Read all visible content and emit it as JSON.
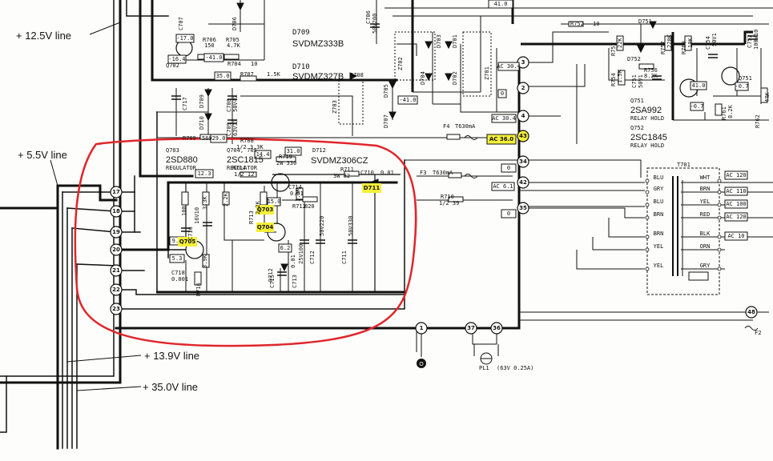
{
  "supply_lines": {
    "v12_5": "+ 12.5V line",
    "v5_5": "+ 5.5V line",
    "v13_9": "+ 13.9V line",
    "v35_0": "+ 35.0V line"
  },
  "transistors": {
    "d709": "D709",
    "d709_part": "SVDMZ333B",
    "d710": "D710",
    "d710_part": "SVDMZ327B",
    "d708": "D708",
    "q703_ref": "Q703",
    "q703_part": "2SD880",
    "q703_role": "REGULATOR",
    "q704_ref": "Q704, 705",
    "q704_part": "2SC1815",
    "q704_role": "REGULATOR",
    "d712": "D712",
    "d712_part": "SVDMZ306CZ",
    "q751": "Q751",
    "q751_part": "2SA992",
    "q751_role": "RELAY HOLD",
    "q752": "Q752",
    "q752_part": "2SC1845",
    "q752_role": "RELAY HOLD",
    "q702": "Q702",
    "q751_sym": "Q751",
    "d752": "D752",
    "d751": "D751",
    "t701": "T701"
  },
  "highlights": {
    "q705": "Q705",
    "q703": "Q703",
    "q704": "Q704",
    "d711": "D711",
    "ac36": "AC 36.0"
  },
  "voltage_boxes": {
    "v17_0": "-17.0",
    "v16_4": "-16.4",
    "v41_0": "-41.0",
    "v35_0": "35.0",
    "v29_0": "29.0",
    "v12_3": "12.3",
    "v14_4": "14.4",
    "v31_0": "31.0",
    "v15_0": "15.0",
    "v6_2": "6.2",
    "v9_5": "9.5",
    "v5_3": "5.3",
    "v41_0b": "-41.0",
    "top41": "41.0",
    "ac30_4a": "AC 30.4",
    "ac30_4b": "AC 30.4",
    "ac6_1": "AC 6.1",
    "zero_a": "0",
    "zero_b": "0",
    "zero_c": "0",
    "q751_v1": "41.0",
    "q751_v2": "-0.7",
    "q751_v3": "-0.7",
    "ac120a": "AC 120",
    "ac110": "AC 110",
    "ac100": "AC 100",
    "ac120b": "AC 120",
    "ac10": "AC 10"
  },
  "pins": [
    "17",
    "18",
    "19",
    "20",
    "21",
    "22",
    "23",
    "3",
    "2",
    "4",
    "43",
    "34",
    "42",
    "35",
    "1",
    "37",
    "36",
    "48"
  ],
  "resistors": {
    "r705": "R705",
    "r705v": "4.7K",
    "r706": "R706",
    "r706v": "150",
    "r704": "R704",
    "r704v": "10",
    "r707": "R707",
    "r707v": "1.5K",
    "r709": "R709",
    "r709v": "560",
    "r708": "R708",
    "r708v": "1/2 3.3K",
    "r714": "R714",
    "r714v": "1/2 12",
    "r719": "R719",
    "r719v": "2W 330",
    "r711": "R711",
    "r711v": "3W 82",
    "r712": "R712",
    "r712v": "820",
    "r713": "R713",
    "r713v": "2.2K",
    "r716": "R716",
    "r716v": "3.9K",
    "r717": "R717",
    "r717v": "100",
    "r718": "R718",
    "r718v": "3.3K",
    "r715": "R715",
    "r715v": "2.2K",
    "r710": "R710",
    "r710v": "1/2 39",
    "r752": "R752",
    "r752v": "10",
    "r753": "R753",
    "r753v": "22K",
    "r754": "R754",
    "r754v": "1.5K",
    "r756": "R756",
    "r756v": "8.2K",
    "r757": "R757",
    "r757v": "220K",
    "r760": "R760",
    "r760v": "10K",
    "r761": "R761",
    "r761v": "8.2K",
    "r762": "R762",
    "r762v": "47K"
  },
  "capacitors": {
    "c707": "C707",
    "c706": "C706",
    "c706v": "50V200",
    "c716": "C716",
    "c716v": "16V10",
    "c714": "C714",
    "c714v": "0.01",
    "c710": "C710",
    "c710v": "0.01",
    "c713": "C713",
    "c713v": "25V100",
    "c712": "C712",
    "c712v": "50V220",
    "c711": "C711",
    "c711v": "50V330",
    "c715": "C715",
    "c715v": "0.01",
    "c718": "C718",
    "c718v": "0.001",
    "c717": "C717",
    "c708": "C708",
    "c708v": "50V47",
    "c709": "C709",
    "c709v": "63V33",
    "c751": "C751",
    "c751v": "50V1",
    "c752": "C752",
    "c752v": "100V10",
    "c754": "C754",
    "c754v": "50V1"
  },
  "diodes": {
    "d703": "D703",
    "d701": "D701",
    "d704": "D704",
    "d702": "D702",
    "d705": "D705",
    "d707": "D707",
    "z701": "Z701",
    "z702": "Z702",
    "z703": "Z703",
    "d706": "D706"
  },
  "fuses": {
    "f4": "F4",
    "f4v": "T630mA",
    "f3": "F3",
    "f3v": "T630mA",
    "f2": "F2",
    "pl1": "PL1",
    "pl1v": "(63V 0.25A)"
  },
  "transformer_wires": {
    "left": [
      "BLU",
      "GRY",
      "BLU",
      "BRN",
      "BRN",
      "YEL",
      "YEL"
    ],
    "right": [
      "WHT",
      "BRN",
      "YEL",
      "RED",
      "BLK",
      "ORN",
      "GRY"
    ]
  },
  "misc": {
    "o_terminal": "O"
  }
}
